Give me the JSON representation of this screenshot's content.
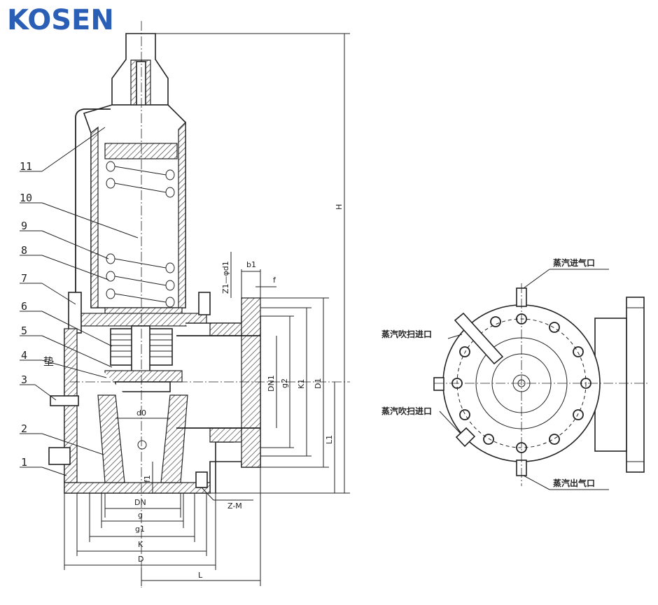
{
  "brand": {
    "name": "KOSEN",
    "color": "#2b5fb5"
  },
  "part_labels": [
    "11",
    "10",
    "9",
    "8",
    "7",
    "6",
    "5",
    "4",
    "3",
    "2",
    "1"
  ],
  "part_4_suffix": "垫",
  "dimensions": {
    "H": "H",
    "Z1_d1": "Z1—φd1",
    "b1": "b1",
    "f": "f",
    "DN1": "DN1",
    "g2": "g2",
    "K1": "K1",
    "D1": "D1",
    "L1": "L1",
    "d0": "d0",
    "f1": "f1",
    "DN": "DN",
    "g": "g",
    "g1": "g1",
    "K": "K",
    "D": "D",
    "L": "L",
    "Z_M": "Z-M"
  },
  "annotations": {
    "steam_inlet": "蒸汽进气口",
    "purge_inlet_1": "蒸汽吹扫进口",
    "purge_inlet_2": "蒸汽吹扫进口",
    "steam_outlet": "蒸汽出气口"
  },
  "colors": {
    "line": "#222222",
    "background": "#ffffff"
  }
}
